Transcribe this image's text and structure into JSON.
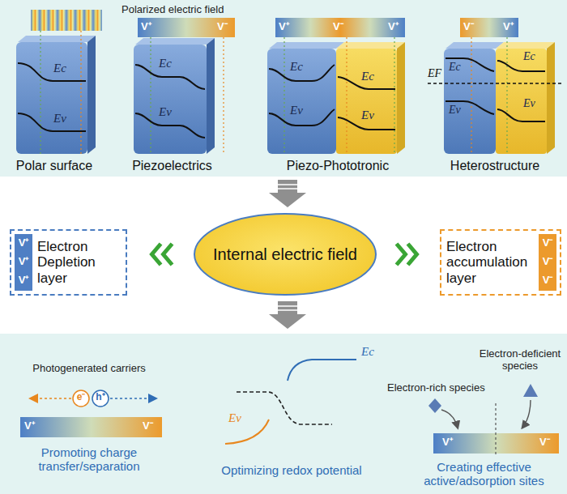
{
  "diagram": {
    "nodes": [
      {
        "text": [
          "Electron Depletion layer",
          "V⁺",
          "V⁺",
          "V⁺"
        ]
      },
      {
        "text": [
          "Internal electric field"
        ]
      },
      {
        "text": [
          "Electron accumulation layer",
          "V⁻",
          "V⁻",
          "V⁻"
        ]
      }
    ],
    "edges": [
      {
        "from": 1,
        "to": 0,
        "arrow": "to"
      },
      {
        "from": 1,
        "to": 2,
        "arrow": "to"
      }
    ],
    "labels": [
      "Polarized electric field",
      "Ec",
      "Ev",
      "Polar surface",
      "V⁺",
      "V⁻",
      "Ec",
      "Ev",
      "Piezoelectrics",
      "V⁺",
      "V⁻",
      "V⁺",
      "Ec",
      "Ev",
      "Ec",
      "Ev",
      "Piezo-Phototronic",
      "V⁻",
      "V⁺",
      "EF",
      "Ec",
      "Ev",
      "Ec",
      "Ev",
      "Heterostructure",
      "Photogenerated carriers",
      "e⁻",
      "h⁺",
      "V⁺",
      "V⁻",
      "Promoting charge transfer/separation",
      "Ec",
      "Ev",
      "Optimizing redox potential",
      "Electron-rich species",
      "Electron-deficient species",
      "V⁺",
      "V⁻",
      "Creating effective active/adsorption sites"
    ]
  }
}
